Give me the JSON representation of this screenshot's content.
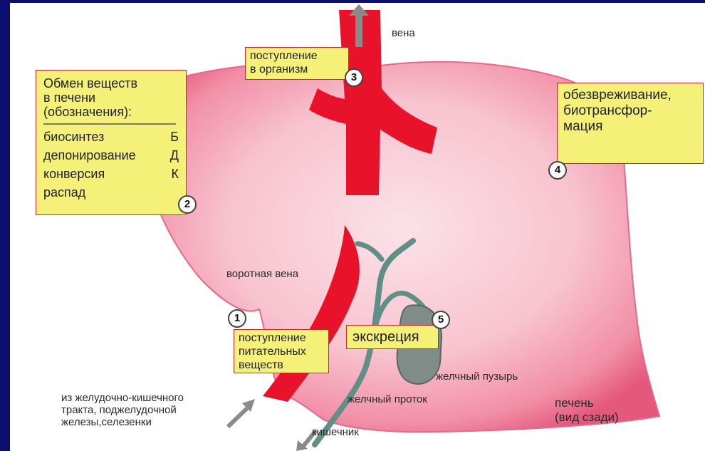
{
  "labels": {
    "vein": "вена",
    "portal_vein": "воротная вена",
    "gallbladder": "желчный пузырь",
    "bile_duct": "желчный проток",
    "liver_view": [
      "печень",
      "(вид сзади)"
    ],
    "gi_source": [
      "из желудочно-кишечного",
      "тракта, поджелудочной",
      "железы,селезенки"
    ],
    "intestine": "кишечник"
  },
  "legend": {
    "title": [
      "Обмен веществ",
      "в печени",
      "(обозначения):"
    ],
    "items": [
      {
        "name": "биосинтез",
        "code": "Б"
      },
      {
        "name": "депонирование",
        "code": "Д"
      },
      {
        "name": "конверсия",
        "code": "К"
      },
      {
        "name": "распад",
        "code": ""
      }
    ],
    "number": "2"
  },
  "boxes": {
    "intake_organism": {
      "lines": [
        "поступление",
        "в организм"
      ],
      "number": "3"
    },
    "detox": {
      "lines": [
        "обезвреживание,",
        "биотрансфор-",
        "мация"
      ],
      "number": "4"
    },
    "nutrients": {
      "lines": [
        "поступление",
        "питательных",
        "веществ"
      ],
      "number": "1"
    },
    "excretion": {
      "lines": [
        "экскреция"
      ],
      "number": "5"
    }
  },
  "colors": {
    "background": "#0b1070",
    "liver_fill": "#f6a6b8",
    "liver_edge": "#e05478",
    "vessel_red": "#e8132a",
    "bile_green": "#5f8f86",
    "gallbladder": "#7f8c88",
    "box_fill": "#f4f078",
    "box_border": "#c62a30"
  }
}
